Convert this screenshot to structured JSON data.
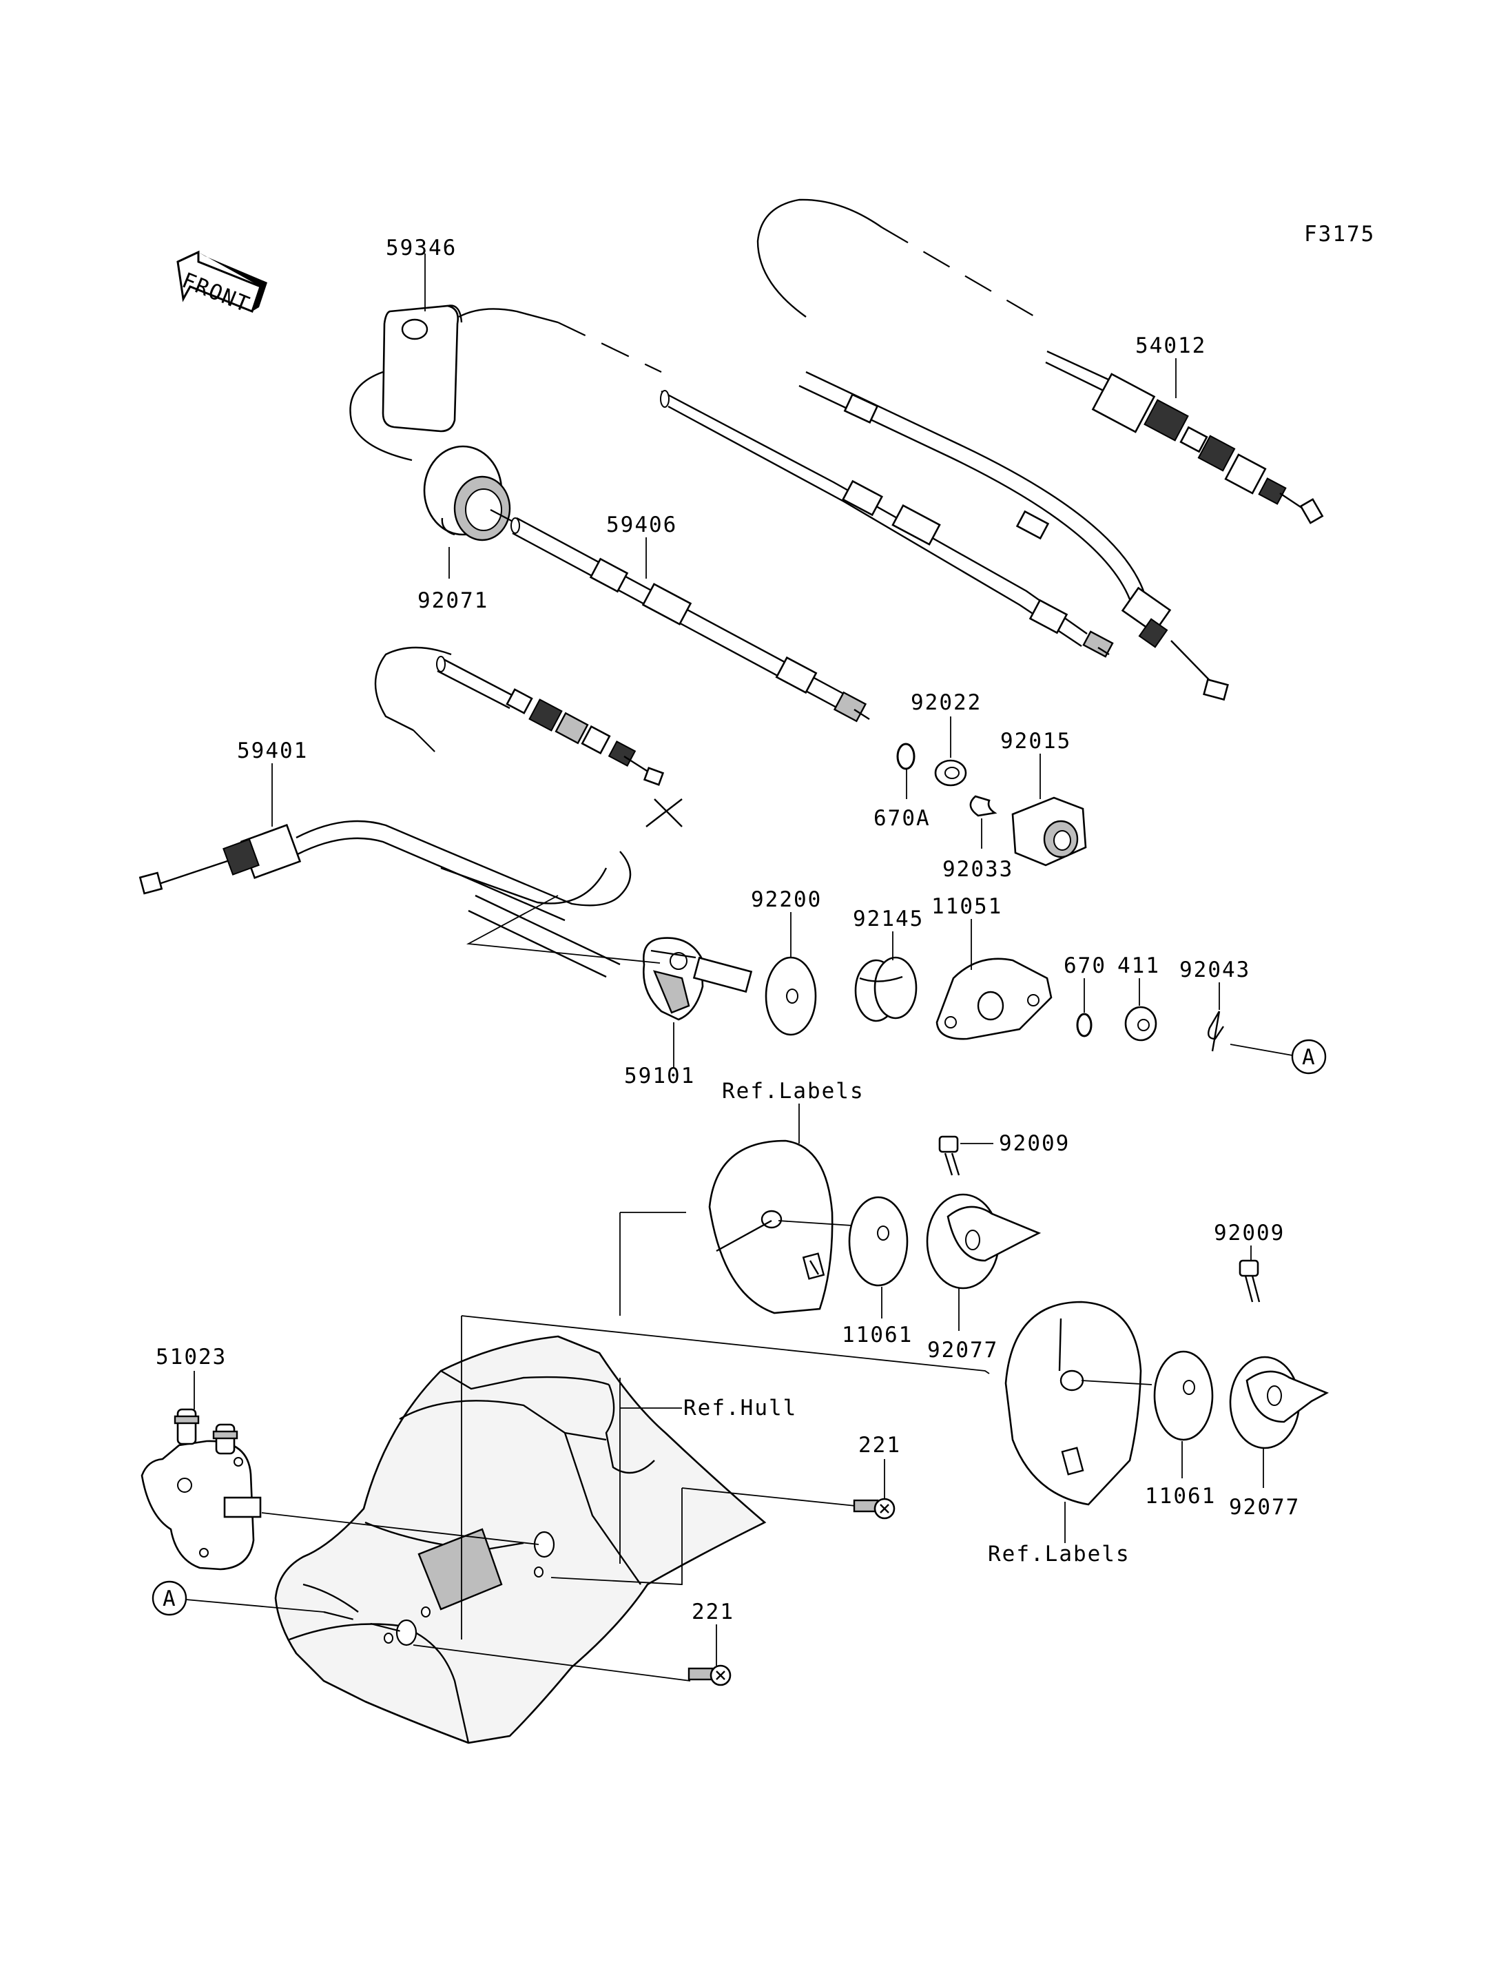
{
  "figure_code": "F3175",
  "front_badge": "FRONT",
  "part_labels": {
    "p59346": "59346",
    "p54012": "54012",
    "p59406": "59406",
    "p92071": "92071",
    "p59401": "59401",
    "p92022": "92022",
    "p92015": "92015",
    "p670A": "670A",
    "p92033": "92033",
    "p92200": "92200",
    "p92145": "92145",
    "p11051": "11051",
    "p670": "670",
    "p411": "411",
    "p92043": "92043",
    "p59101": "59101",
    "ref_labels_1": "Ref.Labels",
    "p92009_1": "92009",
    "p92009_2": "92009",
    "p11061_1": "11061",
    "p92077_1": "92077",
    "p51023": "51023",
    "ref_hull": "Ref.Hull",
    "p221_1": "221",
    "p221_2": "221",
    "p11061_2": "11061",
    "p92077_2": "92077",
    "ref_labels_2": "Ref.Labels"
  },
  "callouts": {
    "a_right": "A",
    "a_left": "A"
  },
  "icons": [
    "front-arrow-icon",
    "choke-cable",
    "throttle-cable",
    "fuel-valve"
  ]
}
